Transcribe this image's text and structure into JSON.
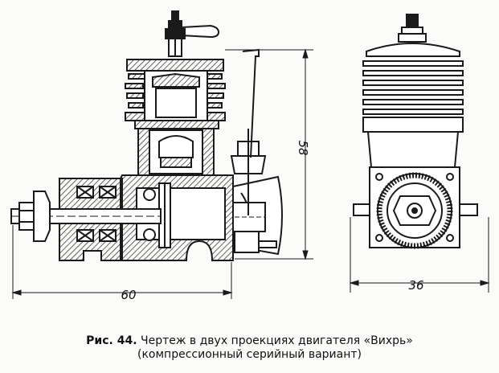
{
  "dimensions": {
    "width_label": "60",
    "height_label": "58",
    "side_width_label": "36"
  },
  "caption": {
    "label": "Рис. 44.",
    "line1": "Чертеж в двух проекциях двигателя «Вихрь»",
    "line2": "(компрессионный серийный вариант)"
  }
}
